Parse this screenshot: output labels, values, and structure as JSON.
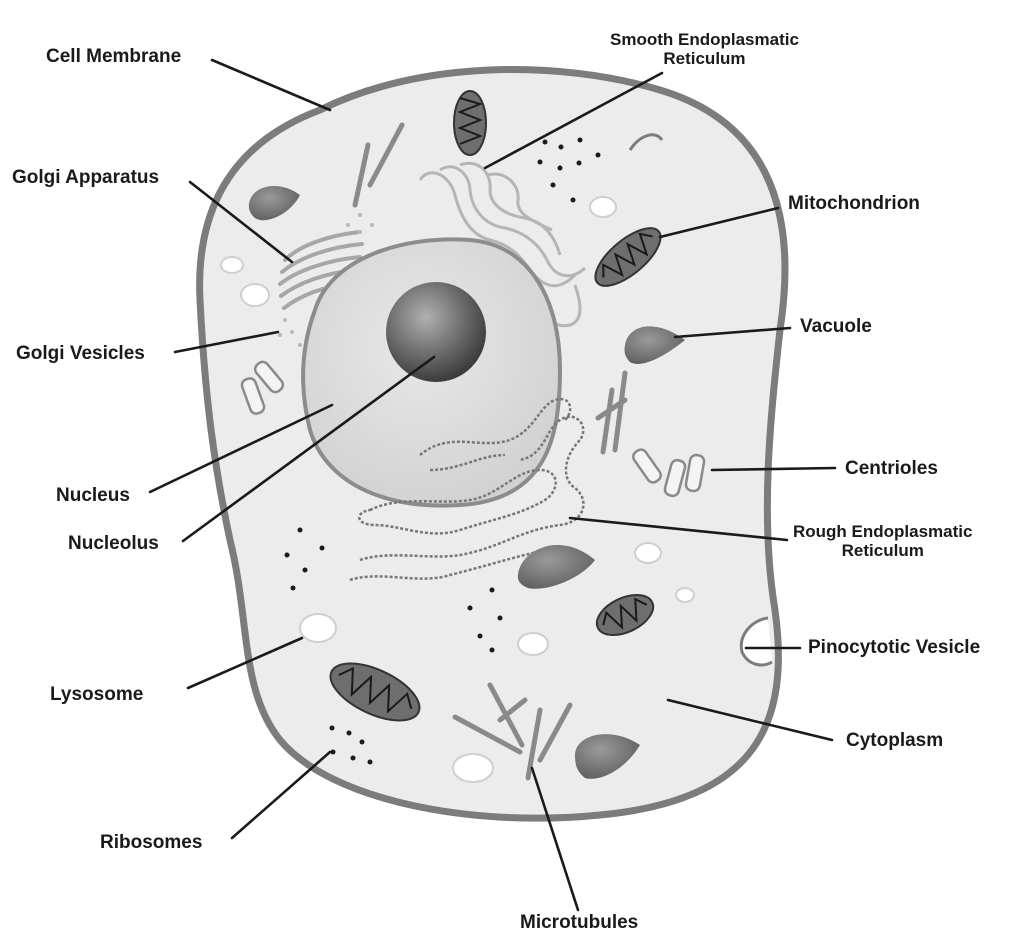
{
  "labels": {
    "cell_membrane": "Cell Membrane",
    "smooth_er_line1": "Smooth Endoplasmatic",
    "smooth_er_line2": "Reticulum",
    "golgi_apparatus": "Golgi Apparatus",
    "mitochondrion": "Mitochondrion",
    "golgi_vesicles": "Golgi Vesicles",
    "vacuole": "Vacuole",
    "centrioles": "Centrioles",
    "nucleus": "Nucleus",
    "rough_er_line1": "Rough Endoplasmatic",
    "rough_er_line2": "Reticulum",
    "nucleolus": "Nucleolus",
    "pinocytotic_vesicle": "Pinocytotic Vesicle",
    "lysosome": "Lysosome",
    "cytoplasm": "Cytoplasm",
    "ribosomes": "Ribosomes",
    "microtubules": "Microtubules"
  },
  "colors": {
    "membrane": "#7c7c7c",
    "cytoplasm": "#ececec",
    "nucleus": "#dcdcdc",
    "organelle_dark": "#6e6e6e",
    "leader_line": "#1a1a1a"
  }
}
